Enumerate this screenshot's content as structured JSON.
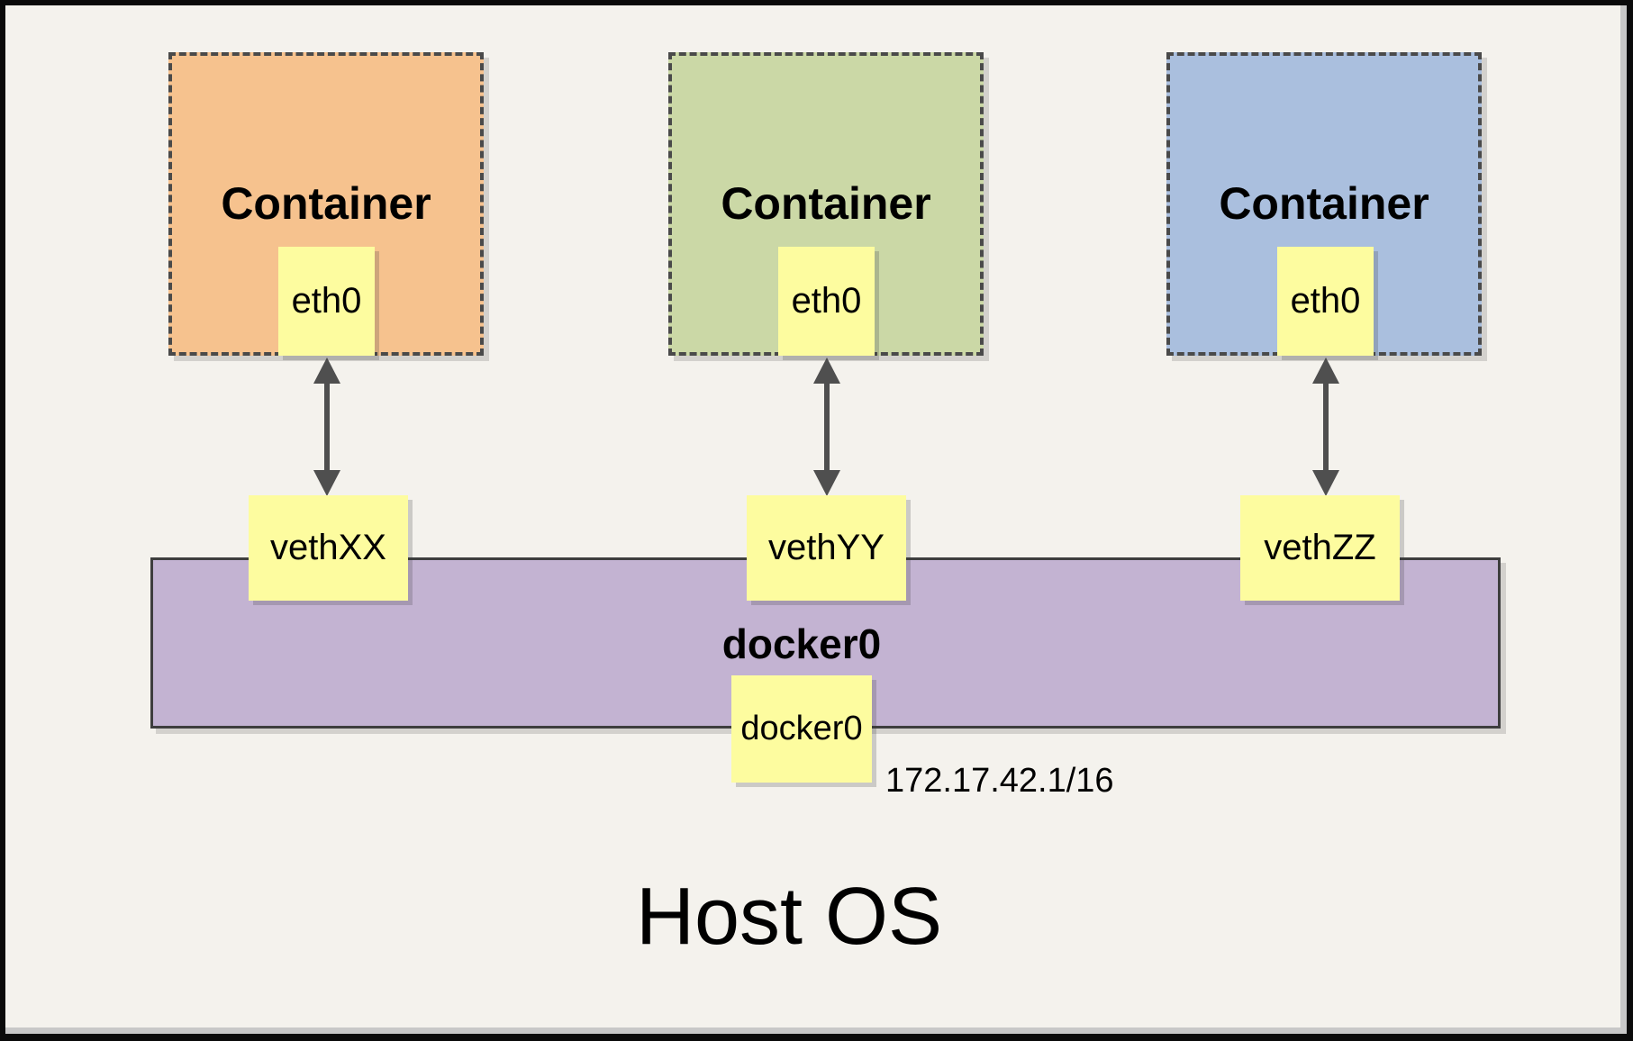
{
  "host": {
    "label": "Host OS"
  },
  "containers": [
    {
      "title": "Container",
      "interface": "eth0",
      "veth": "vethXX"
    },
    {
      "title": "Container",
      "interface": "eth0",
      "veth": "vethYY"
    },
    {
      "title": "Container",
      "interface": "eth0",
      "veth": "vethZZ"
    }
  ],
  "bridge": {
    "title": "docker0",
    "interface": "docker0",
    "ip": "172.17.42.1/16"
  },
  "colors": {
    "page-bg": "#F4F2ED",
    "note-yellow": "#FDFC9F",
    "container-orange": "#F6C28E",
    "container-green": "#CBD8A6",
    "container-blue": "#AABFDE",
    "bridge-purple": "#C3B3D2",
    "border-dark": "#4A4A4A",
    "arrow-gray": "#4F4F4F",
    "frame-black": "#0A0A0A",
    "shadow-gray": "#C8C8C8"
  }
}
